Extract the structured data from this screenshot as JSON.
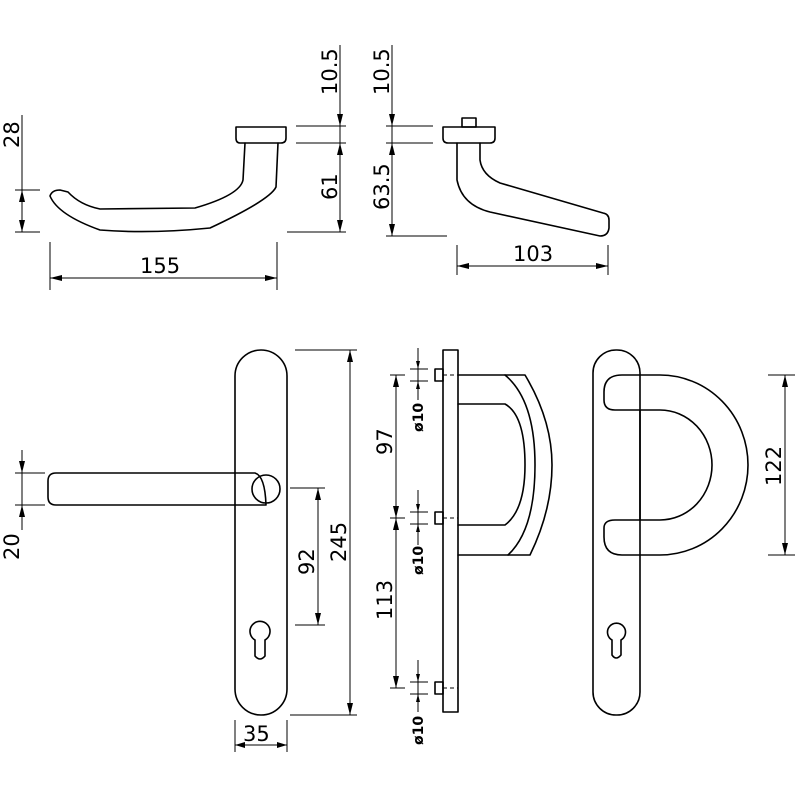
{
  "dimensions": {
    "lever_height": "28",
    "lever_length": "155",
    "rose_thickness_a": "10.5",
    "lever_drop_a": "61",
    "rose_thickness_b": "10.5",
    "lever_drop_b": "63.5",
    "lever_projection": "103",
    "lever_bar_height": "20",
    "spindle_to_cylinder": "92",
    "plate_length": "245",
    "plate_width": "35",
    "fix_spacing_top": "97",
    "fix_spacing_bottom": "113",
    "fix_dia_1": "ø10",
    "fix_dia_2": "ø10",
    "fix_dia_3": "ø10",
    "pull_handle_height": "122"
  },
  "colors": {
    "line": "#000000",
    "background": "#ffffff"
  }
}
